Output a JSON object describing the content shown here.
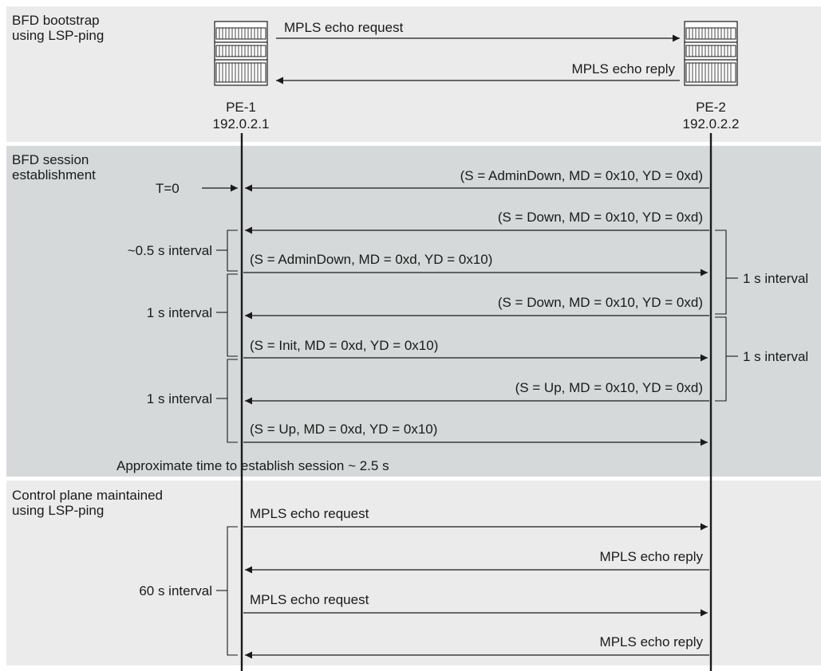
{
  "colors": {
    "band_light": "#ebebeb",
    "band_dark": "#d5d9d9",
    "line": "#1a1a1a",
    "text": "#1a1a1a"
  },
  "sections": [
    {
      "name": "bootstrap",
      "lines": [
        "BFD bootstrap",
        "using LSP-ping"
      ]
    },
    {
      "name": "establishment",
      "lines": [
        "BFD session",
        "establishment"
      ]
    },
    {
      "name": "maintenance",
      "lines": [
        "Control plane maintained",
        "using LSP-ping"
      ]
    }
  ],
  "nodes": {
    "pe1": {
      "name": "PE-1",
      "ip": "192.0.2.1",
      "icon": "router-icon"
    },
    "pe2": {
      "name": "PE-2",
      "ip": "192.0.2.2",
      "icon": "router-icon"
    }
  },
  "bootstrap_messages": [
    {
      "text": "MPLS echo request",
      "direction": "pe1-to-pe2"
    },
    {
      "text": "MPLS echo reply",
      "direction": "pe2-to-pe1"
    }
  ],
  "t0_label": "T=0",
  "establishment_messages": [
    {
      "text": "(S = AdminDown, MD = 0x10, YD = 0xd)",
      "direction": "pe2-to-pe1"
    },
    {
      "text": "(S = Down, MD = 0x10, YD = 0xd)",
      "direction": "pe2-to-pe1"
    },
    {
      "text": "(S = AdminDown, MD = 0xd, YD = 0x10)",
      "direction": "pe1-to-pe2"
    },
    {
      "text": "(S = Down, MD = 0x10, YD = 0xd)",
      "direction": "pe2-to-pe1"
    },
    {
      "text": "(S = Init, MD = 0xd, YD = 0x10)",
      "direction": "pe1-to-pe2"
    },
    {
      "text": "(S = Up, MD = 0x10, YD = 0xd)",
      "direction": "pe2-to-pe1"
    },
    {
      "text": "(S = Up, MD = 0xd, YD = 0x10)",
      "direction": "pe1-to-pe2"
    }
  ],
  "left_intervals": [
    "~0.5 s interval",
    "1 s interval",
    "1 s interval"
  ],
  "right_intervals": [
    "1 s interval",
    "1 s interval"
  ],
  "establish_note": "Approximate time to establish session ~ 2.5 s",
  "maintenance_messages": [
    {
      "text": "MPLS echo request",
      "direction": "pe1-to-pe2"
    },
    {
      "text": "MPLS echo reply",
      "direction": "pe2-to-pe1"
    },
    {
      "text": "MPLS echo request",
      "direction": "pe1-to-pe2"
    },
    {
      "text": "MPLS echo reply",
      "direction": "pe2-to-pe1"
    }
  ],
  "maintenance_interval": "60 s interval"
}
